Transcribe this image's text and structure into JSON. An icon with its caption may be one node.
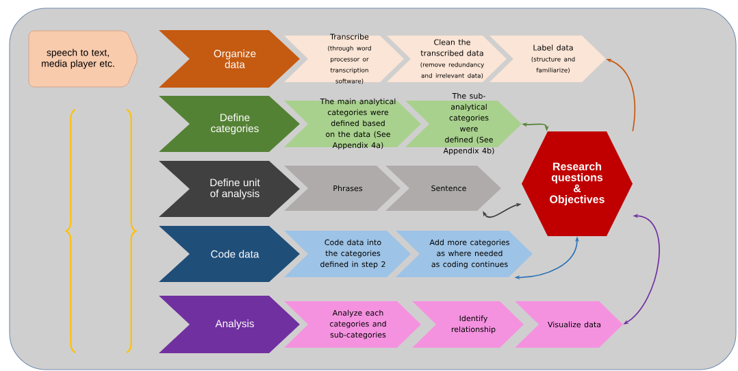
{
  "diagram": {
    "nodes": [
      {
        "text": [
          "speech to text, media player etc."
        ]
      },
      {
        "text": [
          "Organize data"
        ]
      },
      {
        "text": [
          "Transcribe",
          "(through word processor or transcription software)"
        ]
      },
      {
        "text": [
          "Clean the transcribed data",
          "(remove redundancy and irrelevant data)"
        ]
      },
      {
        "text": [
          "Label data",
          "(structure and familiarize)"
        ]
      },
      {
        "text": [
          "Define categories"
        ]
      },
      {
        "text": [
          "The main analytical categories were defined based on the data (See Appendix 4a)"
        ]
      },
      {
        "text": [
          "The sub-analytical categories were defined (See Appendix 4b)"
        ]
      },
      {
        "text": [
          "Define unit of analysis"
        ]
      },
      {
        "text": [
          "Phrases"
        ]
      },
      {
        "text": [
          "Sentence"
        ]
      },
      {
        "text": [
          "Code data"
        ]
      },
      {
        "text": [
          "Code data into the categories defined in step 2"
        ]
      },
      {
        "text": [
          "Add more categories as where needed as coding continues"
        ]
      },
      {
        "text": [
          "Analysis"
        ]
      },
      {
        "text": [
          "Analyze each categories and sub-categories"
        ]
      },
      {
        "text": [
          "Identify relationship"
        ]
      },
      {
        "text": [
          "Visualize data"
        ]
      },
      {
        "text": [
          "Research questions & Objectives"
        ]
      }
    ],
    "edges": [
      {
        "from": 18,
        "to": 4,
        "arrow": "to",
        "color": "#c55a11"
      },
      {
        "from": 18,
        "to": 7,
        "arrow": "both",
        "color": "#548235"
      },
      {
        "from": 18,
        "to": 10,
        "arrow": "both",
        "color": "#404040"
      },
      {
        "from": 18,
        "to": 13,
        "arrow": "both",
        "color": "#2e75b6"
      },
      {
        "from": 18,
        "to": 17,
        "arrow": "both",
        "color": "#7030a0"
      }
    ]
  }
}
